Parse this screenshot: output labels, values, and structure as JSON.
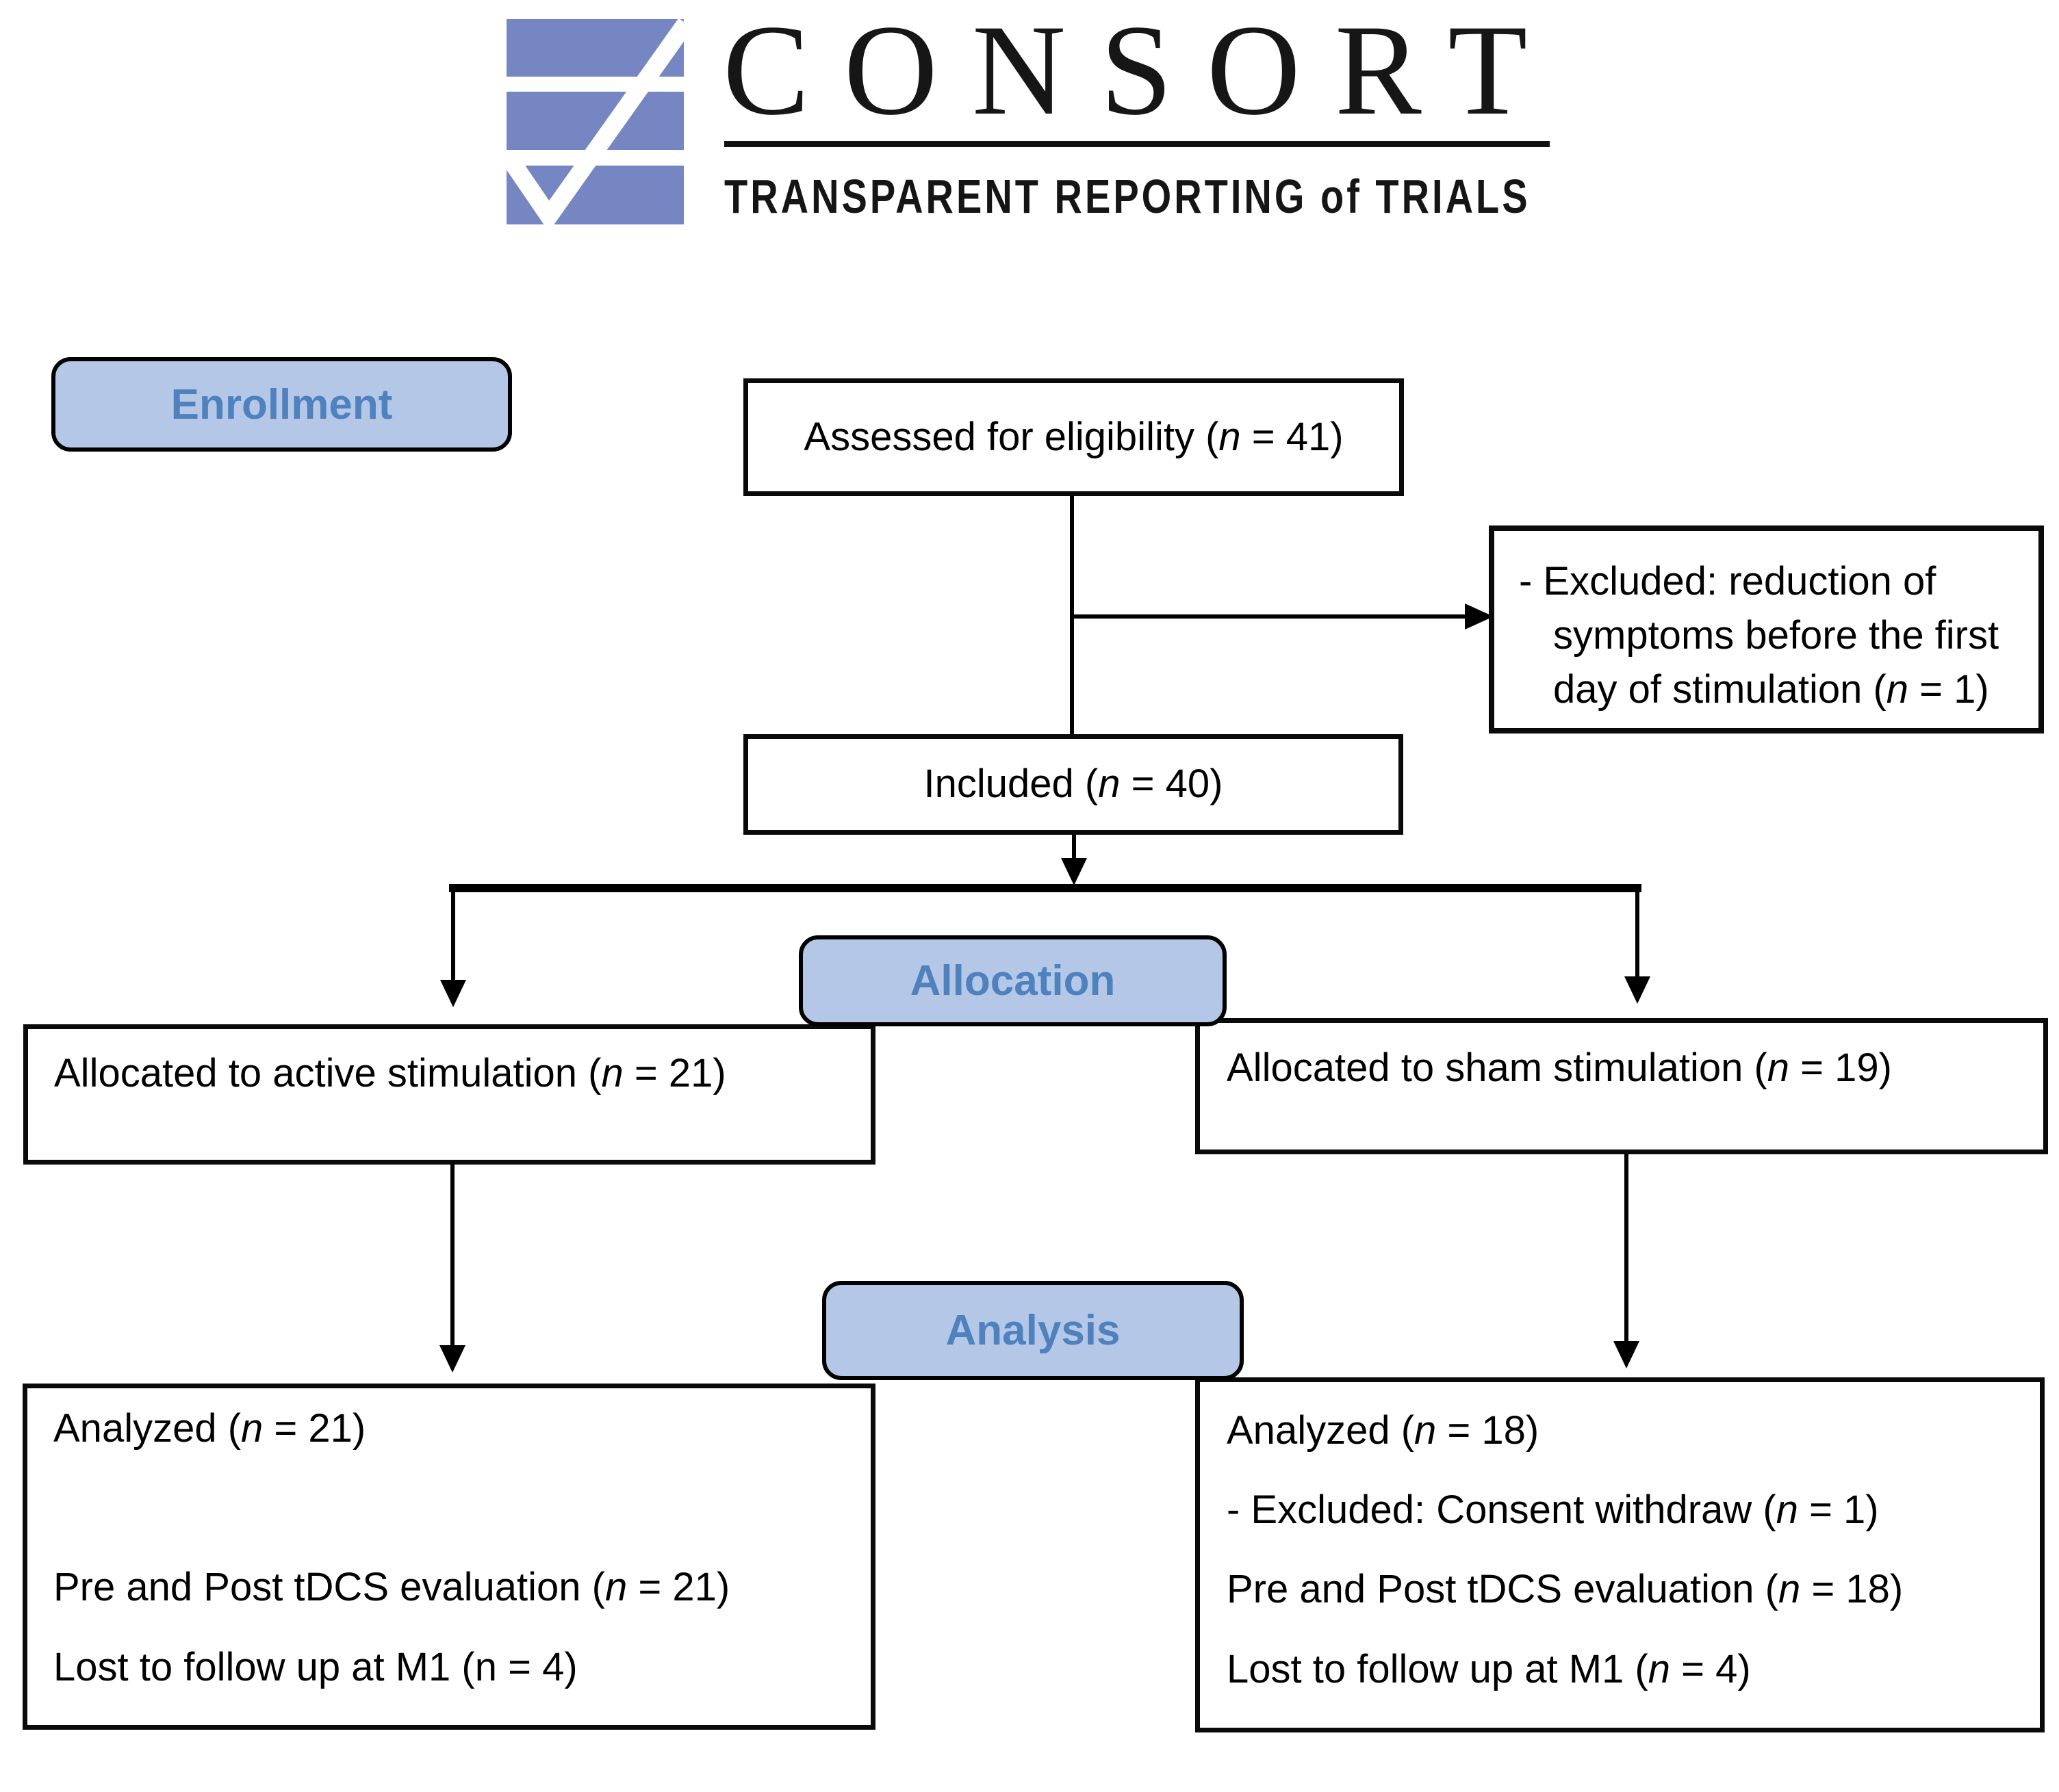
{
  "logo": {
    "wordmark": "CONSORT",
    "tagline": "TRANSPARENT REPORTING of TRIALS",
    "square_color": "#7586c3",
    "check_color": "#ffffff"
  },
  "palette": {
    "badge_fill": "#b4c7e7",
    "badge_border": "#000000",
    "badge_text": "#4e81bd",
    "box_border": "#0a0a0a",
    "box_fill": "#ffffff",
    "connector": "#000000"
  },
  "badges": {
    "enrollment": "Enrollment",
    "allocation": "Allocation",
    "analysis": "Analysis"
  },
  "boxes": {
    "assessed": {
      "lines": [
        [
          {
            "t": "Assessed for eligibility ("
          },
          {
            "t": "n",
            "i": 1
          },
          {
            "t": " = 41)"
          }
        ]
      ]
    },
    "excluded_top": {
      "lines": [
        [
          {
            "t": "- Excluded: reduction of"
          }
        ],
        [
          {
            "t": "symptoms before the first"
          }
        ],
        [
          {
            "t": "day of stimulation ("
          },
          {
            "t": "n",
            "i": 1
          },
          {
            "t": " = 1)"
          }
        ]
      ]
    },
    "included": {
      "lines": [
        [
          {
            "t": "Included ("
          },
          {
            "t": "n",
            "i": 1
          },
          {
            "t": " = 40)"
          }
        ]
      ]
    },
    "alloc_active": {
      "lines": [
        [
          {
            "t": "Allocated to active stimulation ("
          },
          {
            "t": "n",
            "i": 1
          },
          {
            "t": " = 21)"
          }
        ]
      ]
    },
    "alloc_sham": {
      "lines": [
        [
          {
            "t": "Allocated to sham stimulation ("
          },
          {
            "t": "n",
            "i": 1
          },
          {
            "t": " = 19)"
          }
        ]
      ]
    },
    "analysis_active": {
      "lines": [
        [
          {
            "t": "Analyzed ("
          },
          {
            "t": "n",
            "i": 1
          },
          {
            "t": " = 21)"
          }
        ],
        [
          {
            "t": "Pre and Post tDCS evaluation ("
          },
          {
            "t": "n",
            "i": 1
          },
          {
            "t": " = 21)"
          }
        ],
        [
          {
            "t": "Lost to follow up at M1 (n = 4)"
          }
        ]
      ]
    },
    "analysis_sham": {
      "lines": [
        [
          {
            "t": "Analyzed ("
          },
          {
            "t": "n",
            "i": 1
          },
          {
            "t": " = 18)"
          }
        ],
        [
          {
            "t": "- Excluded: Consent withdraw ("
          },
          {
            "t": "n",
            "i": 1
          },
          {
            "t": " = 1)"
          }
        ],
        [
          {
            "t": "Pre and Post tDCS evaluation ("
          },
          {
            "t": "n",
            "i": 1
          },
          {
            "t": " = 18)"
          }
        ],
        [
          {
            "t": "Lost to follow up at M1 ("
          },
          {
            "t": "n",
            "i": 1
          },
          {
            "t": " = 4)"
          }
        ]
      ]
    }
  }
}
